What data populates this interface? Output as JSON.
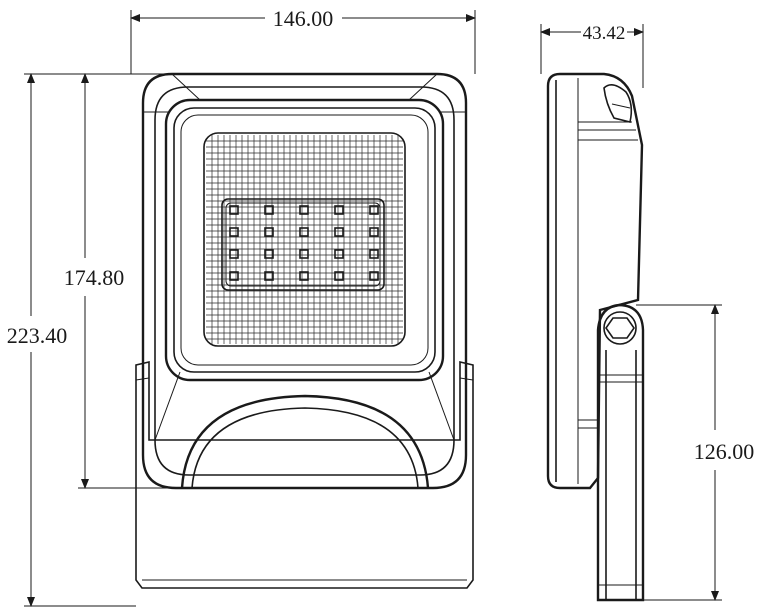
{
  "dimensions": {
    "width": "146.00",
    "depth": "43.42",
    "inner_height": "174.80",
    "total_height": "223.40",
    "bracket_height": "126.00"
  },
  "colors": {
    "line": "#1a1a1a",
    "background": "#ffffff"
  }
}
